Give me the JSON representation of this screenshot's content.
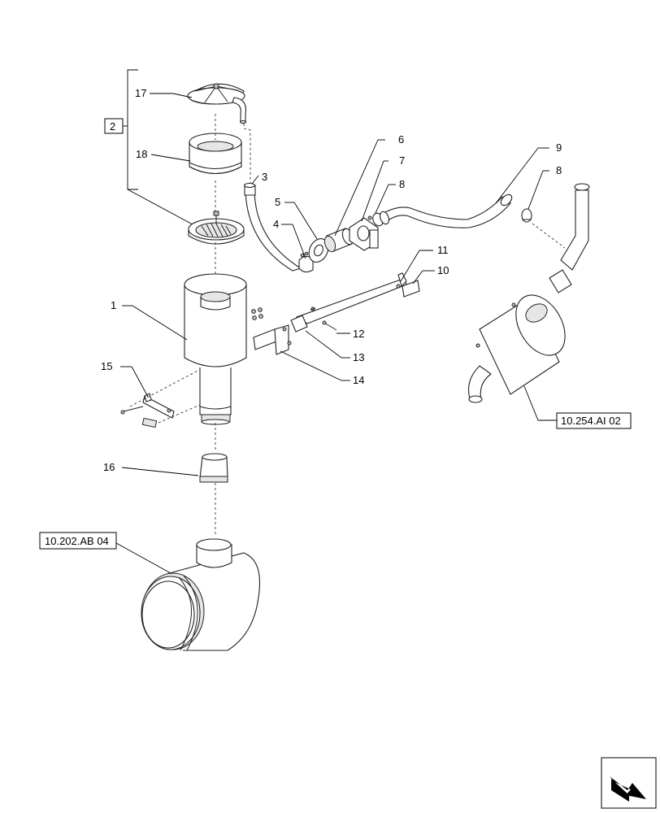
{
  "callouts": {
    "c1": "1",
    "c2": "2",
    "c3": "3",
    "c4": "4",
    "c5": "5",
    "c6": "6",
    "c7": "7",
    "c8a": "8",
    "c8b": "8",
    "c9": "9",
    "c10": "10",
    "c11": "11",
    "c12": "12",
    "c13": "13",
    "c14": "14",
    "c15": "15",
    "c16": "16",
    "c17": "17",
    "c18": "18"
  },
  "references": {
    "air_filter": "10.202.AB 04",
    "muffler": "10.254.AI 02"
  },
  "nav_icon": "next-page-arrow-icon"
}
